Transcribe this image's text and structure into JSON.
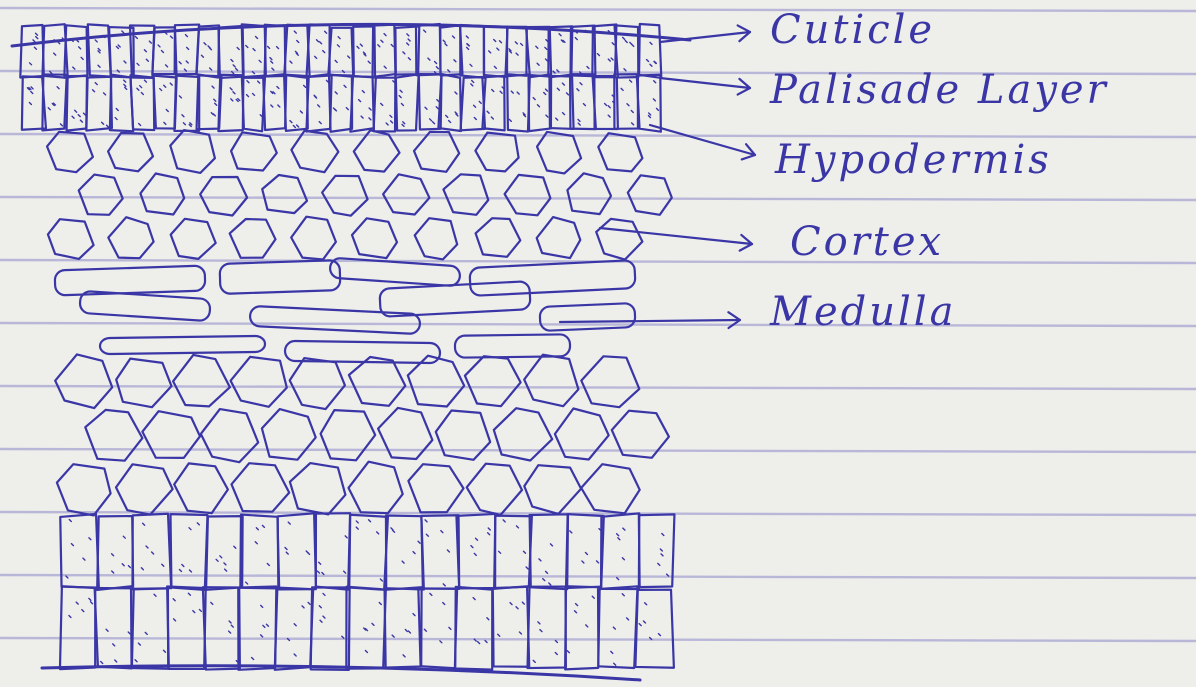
{
  "diagram": {
    "labels": {
      "cuticle": "Cuticle",
      "palisade": "Palisade Layer",
      "hypodermis": "Hypodermis",
      "cortex": "Cortex",
      "medulla": "Medulla"
    },
    "colors": {
      "paper": "#eeeeeb",
      "ruled_line": "#b9b7d8",
      "ink": "#3a36a6"
    }
  }
}
